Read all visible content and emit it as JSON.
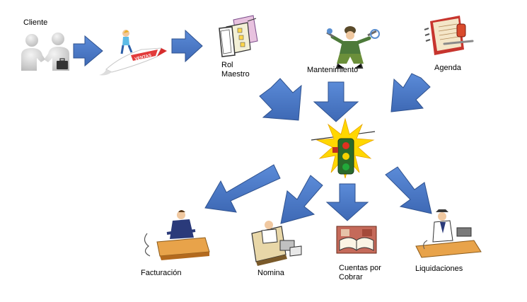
{
  "labels": {
    "cliente": "Cliente",
    "rol_maestro_1": "Rol",
    "rol_maestro_2": "Maestro",
    "mantenimiento": "Mantenimiento",
    "agenda": "Agenda",
    "facturacion": "Facturación",
    "nomina": "Nomina",
    "cuentas_1": "Cuentas por",
    "cuentas_2": "Cobrar",
    "liquidaciones": "Liquidaciones"
  },
  "rocket_text": "VENTAS",
  "colors": {
    "arrow_fill": "#4472C4",
    "arrow_stroke": "#2F528F",
    "light_glow": "#FFD700",
    "light_red": "#E03020",
    "light_yellow": "#F5D000",
    "light_green": "#22A83A"
  },
  "icons": [
    "handshake-icon",
    "rocket-icon",
    "rol-maestro-icon",
    "mechanic-icon",
    "agenda-icon",
    "traffic-light-icon",
    "facturacion-icon",
    "nomina-icon",
    "cuentas-icon",
    "liquidaciones-icon"
  ]
}
